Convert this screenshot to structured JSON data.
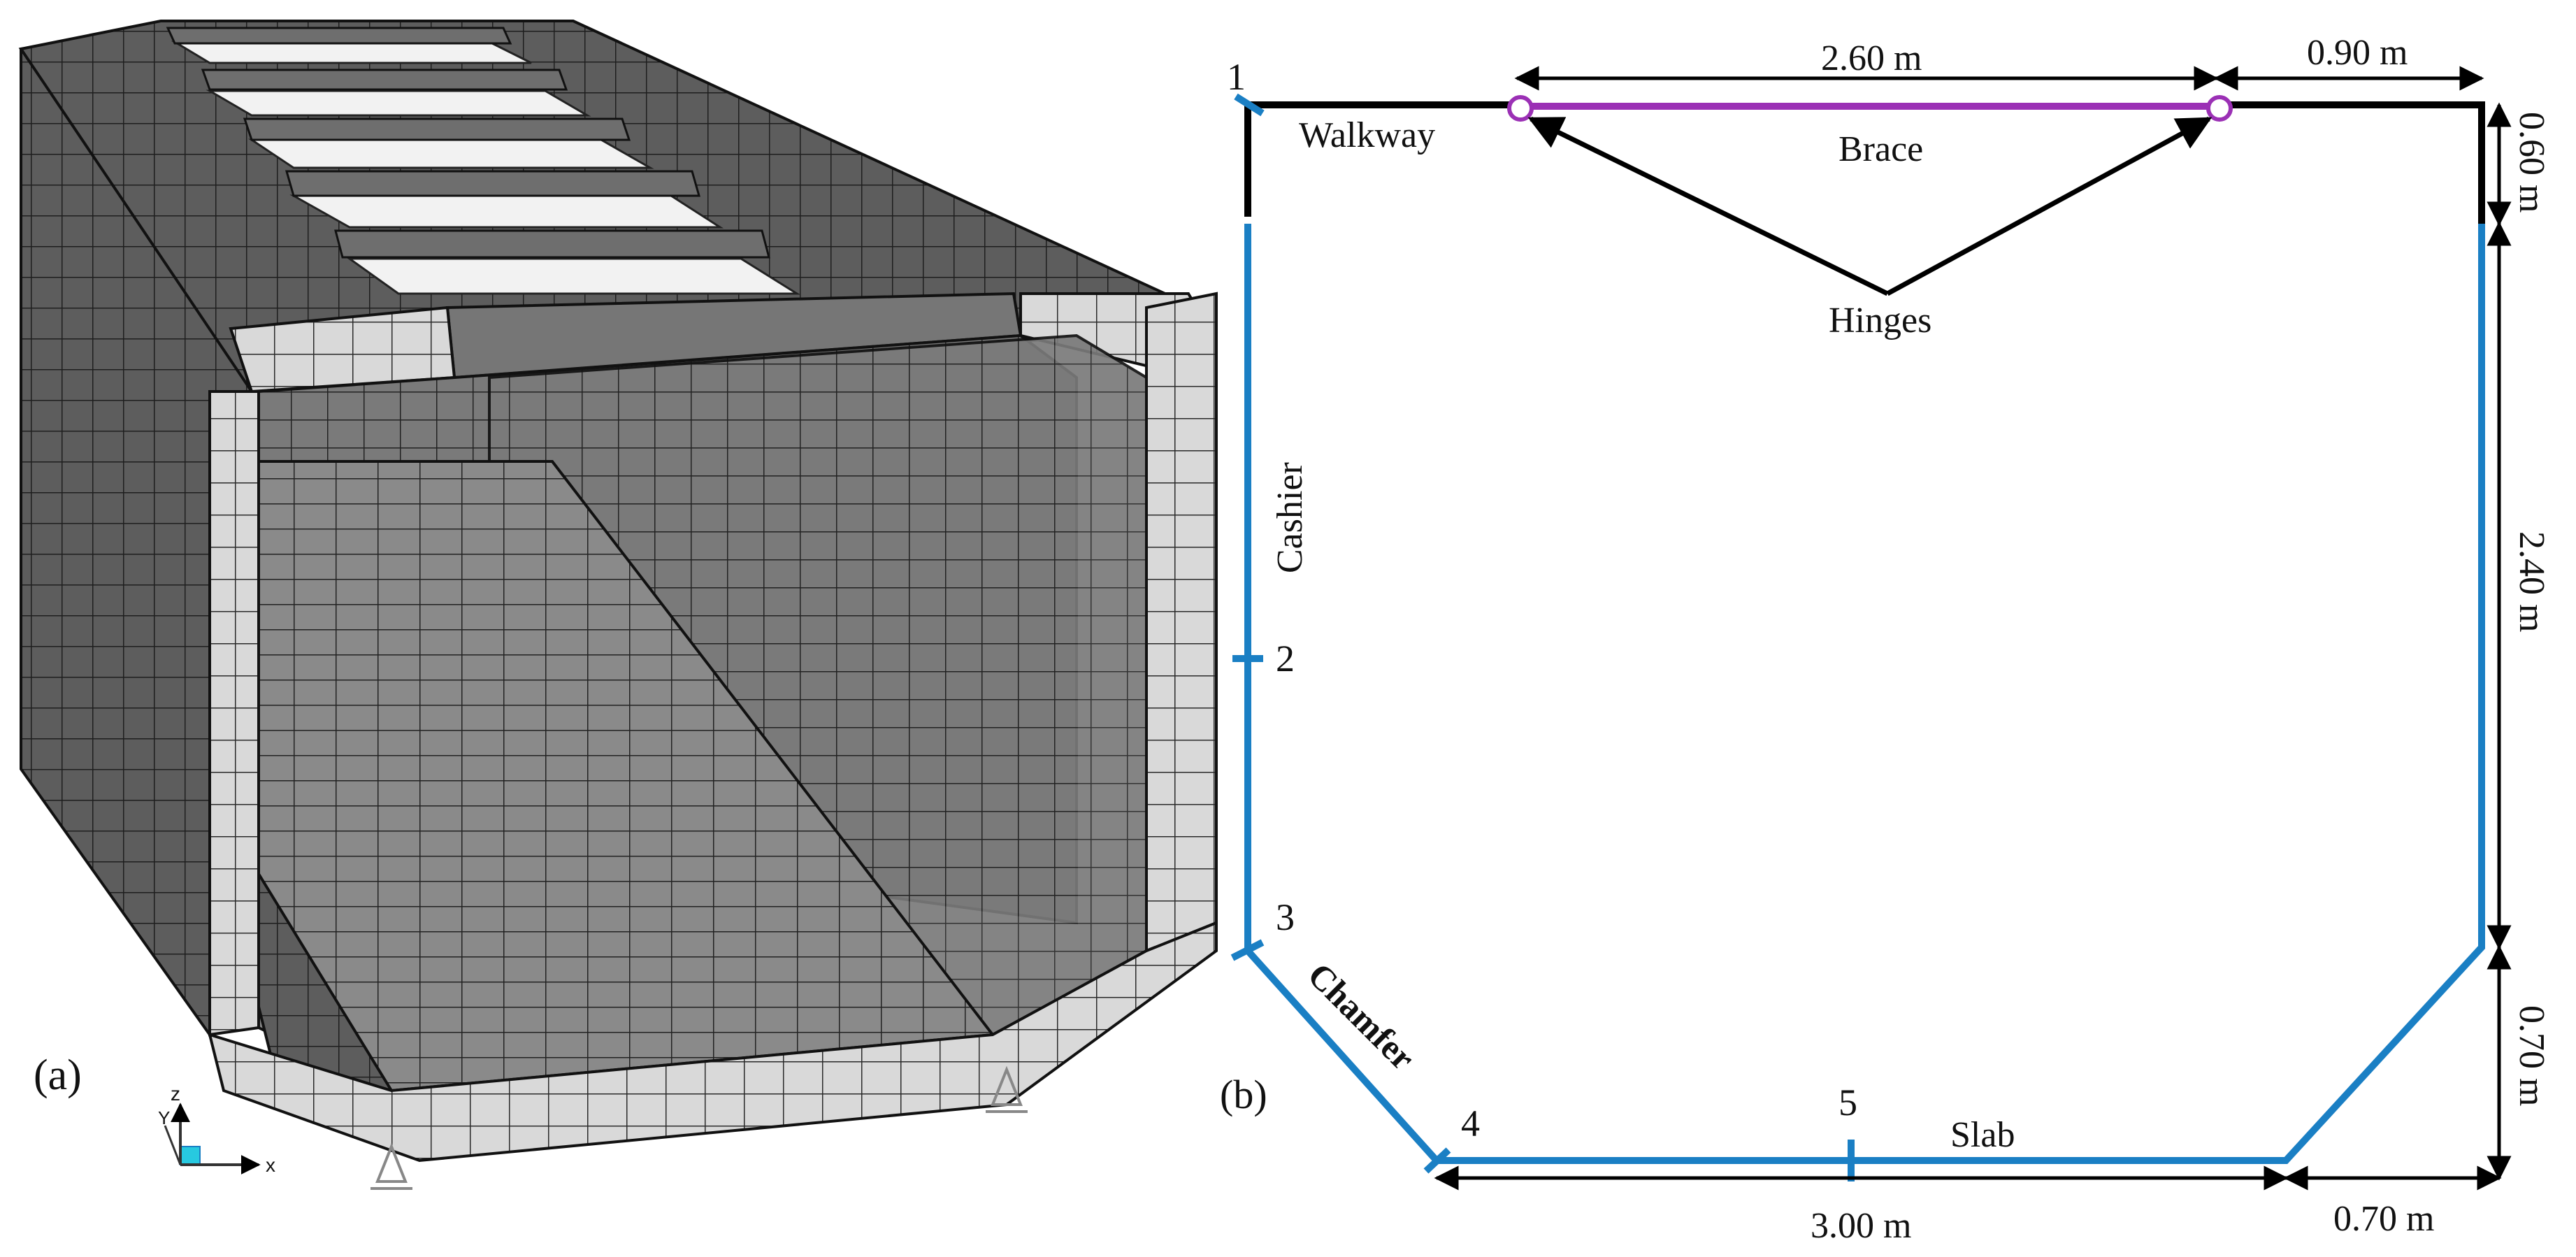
{
  "panel_a": {
    "label": "(a)",
    "axes": {
      "z": "z",
      "y": "Y",
      "x": "x"
    }
  },
  "panel_b": {
    "label": "(b)",
    "points": [
      "1",
      "2",
      "3",
      "4",
      "5"
    ],
    "parts": {
      "walkway": "Walkway",
      "brace": "Brace",
      "hinges": "Hinges",
      "cashier": "Cashier",
      "chamfer": "Chamfer",
      "slab": "Slab"
    },
    "dimensions": {
      "brace_span": "2.60 m",
      "top_right": "0.90 m",
      "right_top": "0.60 m",
      "right_mid": "2.40 m",
      "right_bottom": "0.70 m",
      "bottom_right": "0.70 m",
      "bottom": "3.00 m"
    },
    "colors": {
      "wall": "#1a7fc4",
      "brace": "#9b30b5",
      "frame": "#000000"
    }
  }
}
